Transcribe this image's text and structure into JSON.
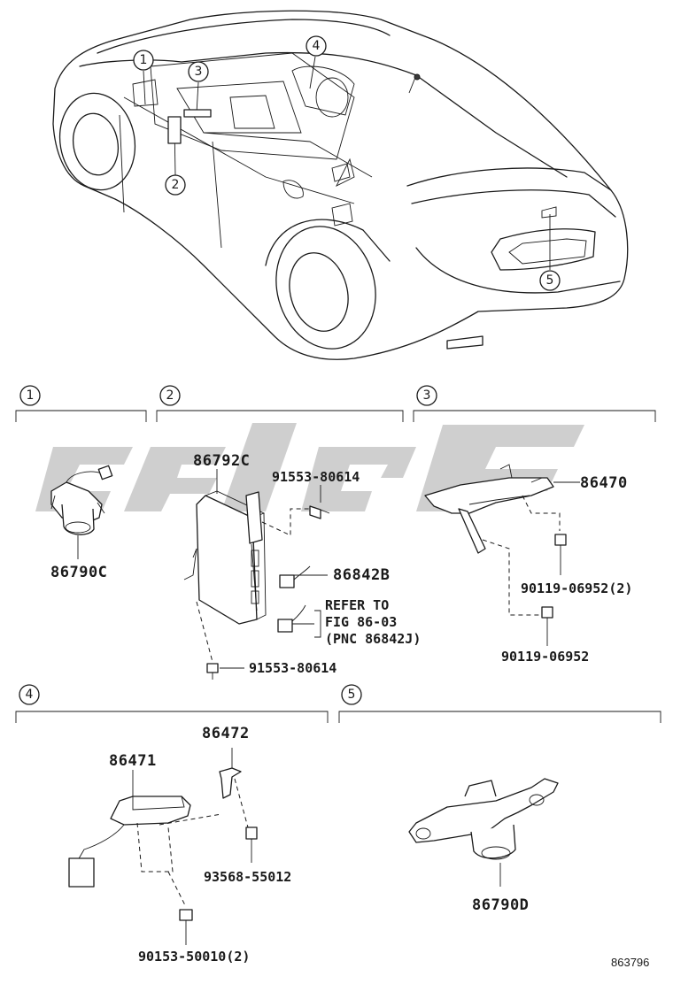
{
  "callouts": {
    "c1": "1",
    "c2": "2",
    "c3": "3",
    "c4": "4",
    "c5": "5"
  },
  "sections": {
    "s1": "1",
    "s2": "2",
    "s3": "3",
    "s4": "4",
    "s5": "5"
  },
  "parts": {
    "p86790C": "86790C",
    "p86792C": "86792C",
    "p91553_80614_top": "91553-80614",
    "p86842B": "86842B",
    "refer_line1": "REFER TO",
    "refer_line2": "FIG 86-03",
    "refer_line3": "(PNC 86842J)",
    "p91553_80614_bottom": "91553-80614",
    "p86470": "86470",
    "p90119_06952_2": "90119-06952(2)",
    "p90119_06952": "90119-06952",
    "p86472": "86472",
    "p86471": "86471",
    "p93568_55012": "93568-55012",
    "p90153_50010_2": "90153-50010(2)",
    "p86790D": "86790D"
  },
  "figure_id": "863796",
  "watermark_color": "#bdbdbd"
}
